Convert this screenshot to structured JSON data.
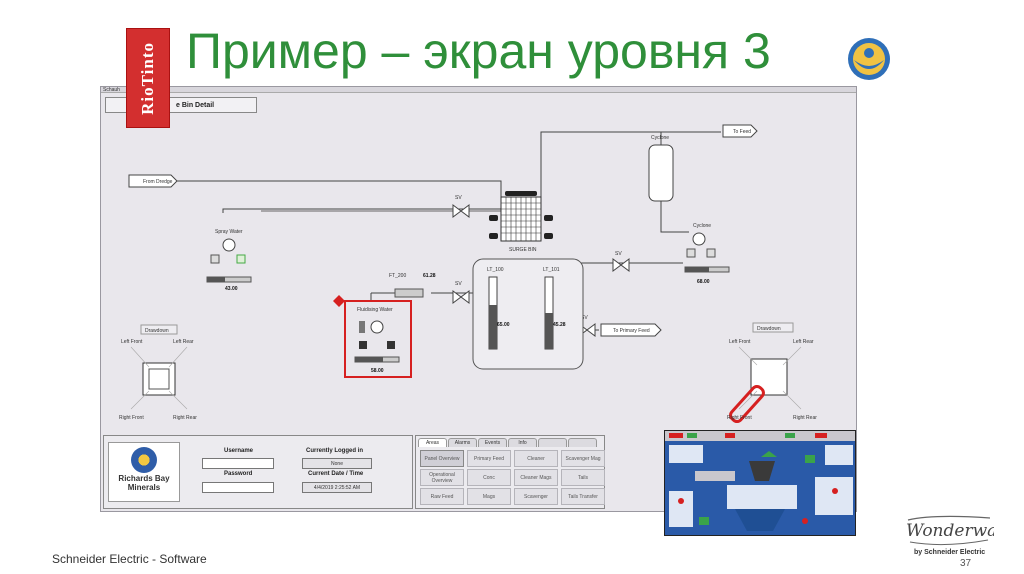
{
  "slide": {
    "title": "Пример – экран уровня 3",
    "footer": "Schneider Electric - Software",
    "page_number": "37",
    "riotinto_logo": "RioTinto",
    "wonderware_logo": "Wonderware",
    "schneider_logo": "by Schneider Electric"
  },
  "hmi": {
    "titlebar": "Schauh",
    "panel_title": "e Bin Detail",
    "labels": {
      "to_feed": "To Feed",
      "from_dredge": "From Dredge",
      "cyclone_tank": "Cyclone",
      "spray_water": "Spray Water",
      "surge_bin": "SURGE BIN",
      "cyclone": "Cyclone",
      "fluidising_water": "Fluidising Water",
      "ft_label": "FT_200",
      "ft_value": "61.28",
      "lt_1": "LT_100",
      "lt_2": "LT_101",
      "lt_1_value": "65.00",
      "lt_2_value": "45.28",
      "to_primary_feed": "To Primary Feed",
      "spray_value": "43.00",
      "cyclone_value": "68.00",
      "fluid_value": "58.00",
      "sv": "SV",
      "drawdown_left": "Drawdown",
      "drawdown_right": "Drawdown",
      "left_front": "Left Front",
      "left_rear": "Left Rear",
      "right_front": "Right Front",
      "right_rear": "Right Rear"
    },
    "login": {
      "company": "Richards Bay Minerals",
      "username_label": "Username",
      "password_label": "Password",
      "logged_in_label": "Currently Logged in",
      "logged_in_value": "None",
      "datetime_label": "Current Date / Time",
      "datetime_value": "4/4/2019 2:25:52 AM"
    },
    "tabs": [
      "Areas",
      "Alarms",
      "Events",
      "Info",
      "",
      ""
    ],
    "nav_buttons": [
      "Panel Overview",
      "Primary Feed",
      "Cleaner",
      "Scavenger Mag",
      "Operational Overview",
      "Conc",
      "Cleaner Mags",
      "Tails",
      "Raw Feed",
      "Mags",
      "Scavenger",
      "Tails Transfer"
    ],
    "active_nav": "Panel Overview"
  },
  "colors": {
    "title_green": "#2f8f3a",
    "riotinto_red": "#d32f2f",
    "alarm_red": "#d62020",
    "hmi_bg": "#e9e7ec"
  }
}
